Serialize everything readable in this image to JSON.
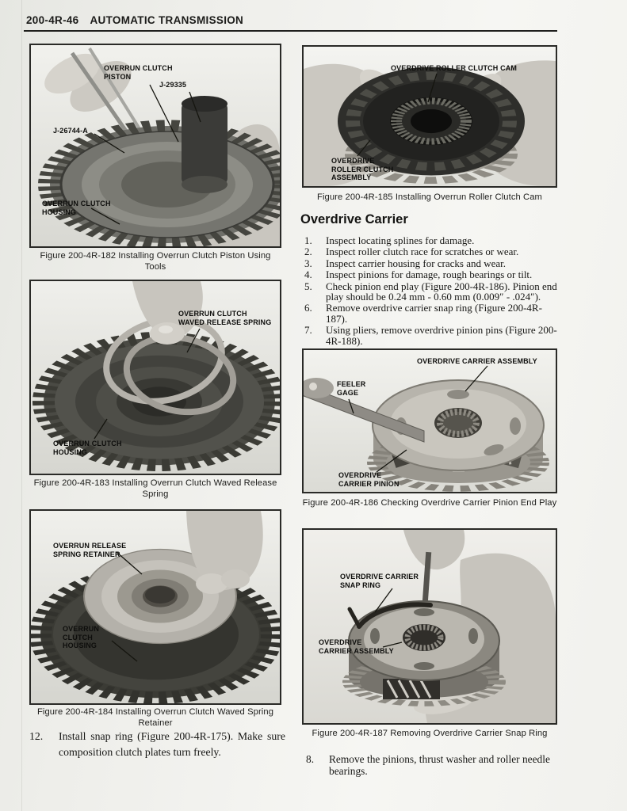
{
  "page": {
    "code": "200-4R-46",
    "title": "AUTOMATIC TRANSMISSION"
  },
  "figures": {
    "f182": {
      "caption": "Figure 200-4R-182 Installing Overrun Clutch Piston Using\nTools",
      "labels": {
        "piston": "OVERRUN CLUTCH\nPISTON",
        "tool_j29335": "J-29335",
        "tool_j26744": "J-26744-A",
        "housing": "OVERRUN CLUTCH\nHOUSING"
      }
    },
    "f183": {
      "caption": "Figure 200-4R-183 Installing Overrun Clutch Waved Release\nSpring",
      "labels": {
        "spring": "OVERRUN CLUTCH\nWAVED RELEASE SPRING",
        "housing": "OVERRUN CLUTCH\nHOUSING"
      }
    },
    "f184": {
      "caption": "Figure 200-4R-184 Installing Overrun Clutch Waved Spring\nRetainer",
      "labels": {
        "retainer": "OVERRUN RELEASE\nSPRING RETAINER",
        "housing": "OVERRUN\nCLUTCH\nHOUSING"
      }
    },
    "f185": {
      "caption": "Figure 200-4R-185 Installing Overrun Roller Clutch Cam",
      "labels": {
        "cam": "OVERDRIVE ROLLER CLUTCH CAM",
        "assembly": "OVERDRIVE\nROLLER CLUTCH\nASSEMBLY"
      }
    },
    "f186": {
      "caption": "Figure 200-4R-186 Checking Overdrive Carrier Pinion End Play",
      "labels": {
        "assembly": "OVERDRIVE CARRIER ASSEMBLY",
        "feeler": "FEELER\nGAGE",
        "pinion": "OVERDRIVE\nCARRIER PINION"
      }
    },
    "f187": {
      "caption": "Figure 200-4R-187 Removing Overdrive Carrier Snap Ring",
      "labels": {
        "snap_ring": "OVERDRIVE CARRIER\nSNAP RING",
        "assembly": "OVERDRIVE\nCARRIER ASSEMBLY"
      }
    }
  },
  "left_column": {
    "step12": {
      "num": "12.",
      "text": "Install snap ring (Figure 200-4R-175). Make sure composition clutch plates turn freely."
    }
  },
  "right_column": {
    "heading": "Overdrive Carrier",
    "steps": [
      {
        "num": "1.",
        "text": "Inspect locating splines for damage."
      },
      {
        "num": "2.",
        "text": "Inspect roller clutch race for scratches or wear."
      },
      {
        "num": "3.",
        "text": "Inspect carrier housing for cracks and wear."
      },
      {
        "num": "4.",
        "text": "Inspect pinions for damage, rough bearings or tilt."
      },
      {
        "num": "5.",
        "text": "Check pinion end play (Figure 200-4R-186). Pinion end play should be 0.24 mm - 0.60 mm (0.009″ - .024″)."
      },
      {
        "num": "6.",
        "text": "Remove overdrive carrier snap ring (Figure 200-4R-187)."
      },
      {
        "num": "7.",
        "text": "Using pliers, remove overdrive pinion pins (Figure 200-4R-188)."
      }
    ],
    "step8": {
      "num": "8.",
      "text": "Remove the pinions, thrust washer and roller needle bearings."
    }
  }
}
